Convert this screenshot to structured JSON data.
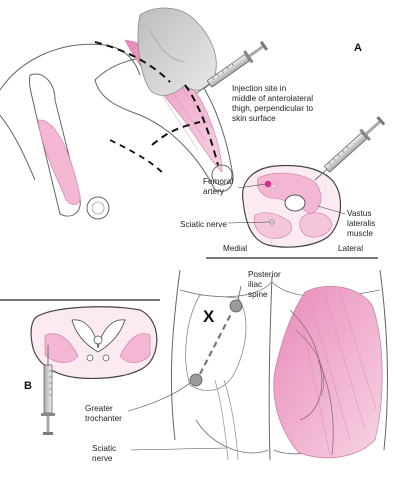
{
  "panel_a": {
    "letter": "A",
    "injection_site_lines": [
      "Injection site in",
      "middle of anterolateral",
      "thigh, perpendicular to",
      "skin surface"
    ],
    "femoral_artery_lines": [
      "Femoral",
      "artery"
    ],
    "sciatic_nerve": "Sciatic nerve",
    "vastus_lines": [
      "Vastus",
      "lateralis",
      "muscle"
    ],
    "medial": "Medial",
    "lateral": "Lateral"
  },
  "panel_b": {
    "letter": "B",
    "x_mark": "X",
    "posterior_iliac_lines": [
      "Posterior",
      "iliac",
      "spine"
    ],
    "greater_trochanter_lines": [
      "Greater",
      "trochanter"
    ],
    "sciatic_nerve_lines": [
      "Sciatic",
      "nerve"
    ]
  },
  "colors": {
    "muscle_pink": "#f3b6d3",
    "muscle_deep": "#e98bb9",
    "outline": "#555555",
    "dot_gray": "#9a9a9a",
    "divider": "#777777"
  }
}
